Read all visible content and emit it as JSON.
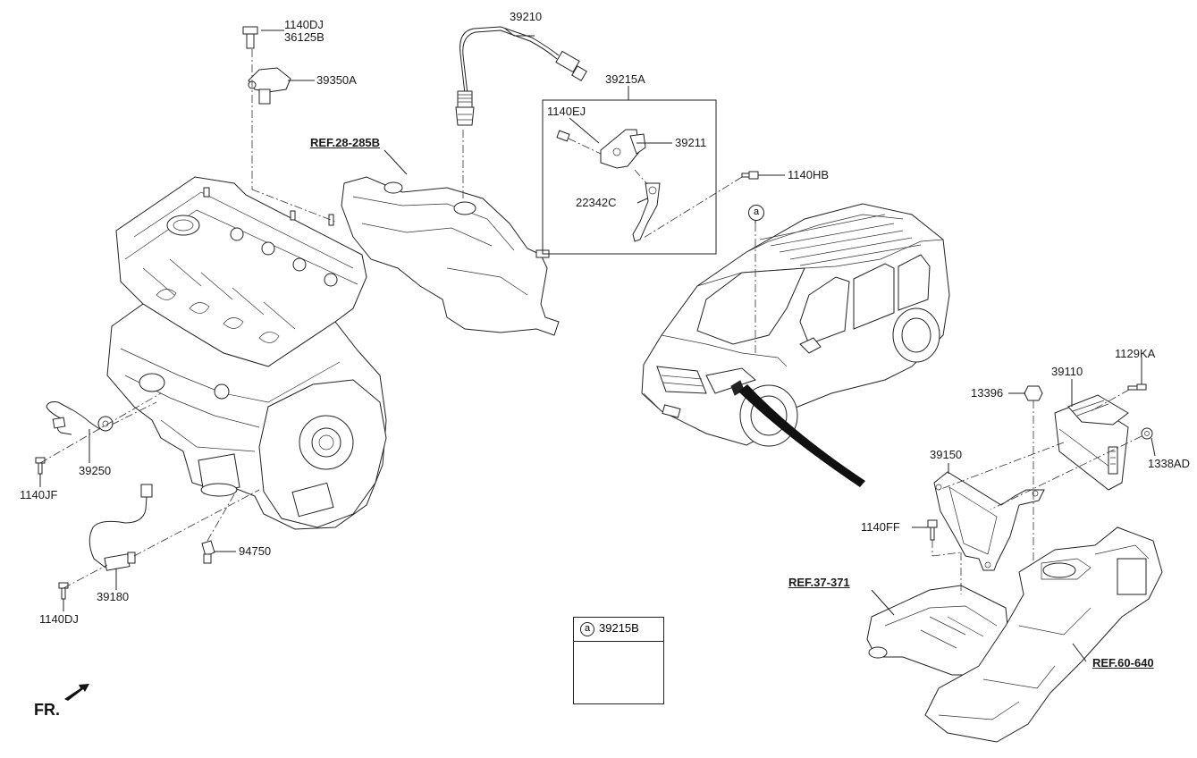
{
  "parts": {
    "p1140DJ_top": "1140DJ",
    "p36125B": "36125B",
    "p39350A": "39350A",
    "p39210": "39210",
    "p39215A": "39215A",
    "p1140EJ": "1140EJ",
    "p39211": "39211",
    "p22342C": "22342C",
    "p1140HB": "1140HB",
    "p1129KA": "1129KA",
    "p39110": "39110",
    "p13396": "13396",
    "p1338AD": "1338AD",
    "p39150": "39150",
    "p1140FF": "1140FF",
    "p39250": "39250",
    "p1140JF": "1140JF",
    "p39180": "39180",
    "p1140DJ_bottom": "1140DJ",
    "p94750": "94750"
  },
  "refs": {
    "ref28": "REF.28-285B",
    "ref37": "REF.37-371",
    "ref60": "REF.60-640"
  },
  "legend": {
    "marker": "a",
    "part": "39215B"
  },
  "callout_marker": "a",
  "front_label": "FR."
}
